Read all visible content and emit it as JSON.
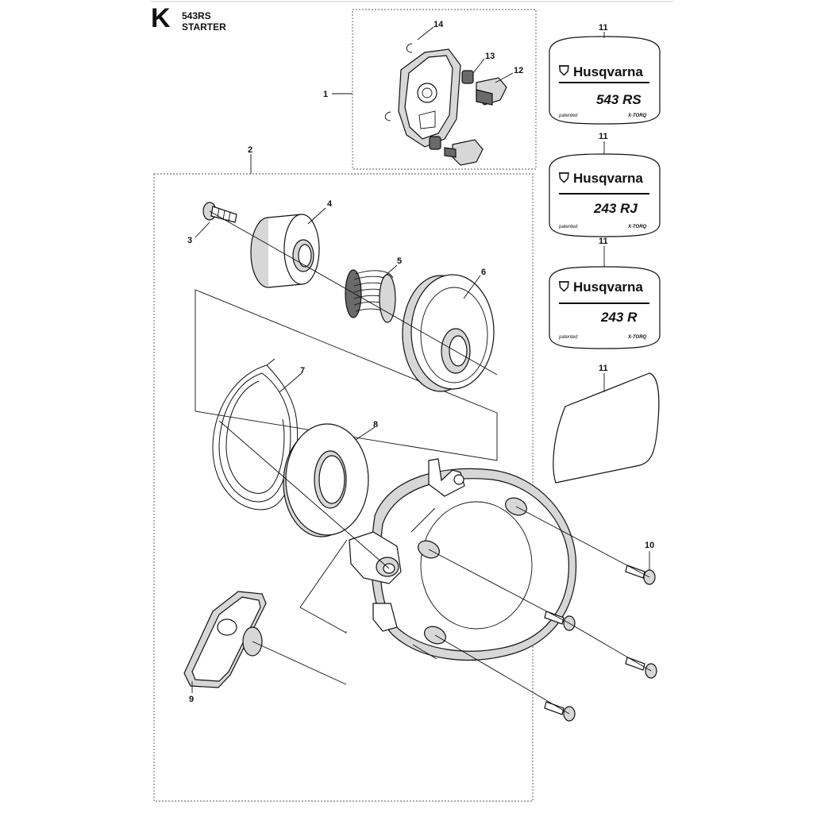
{
  "header": {
    "section_letter": "K",
    "model": "543RS",
    "title": "STARTER"
  },
  "part_numbers": [
    "1",
    "2",
    "3",
    "4",
    "5",
    "6",
    "7",
    "8",
    "9",
    "10",
    "11",
    "11",
    "11",
    "11",
    "12",
    "13",
    "14"
  ],
  "decals": [
    {
      "brand": "Husqvarna",
      "model": "543 RS",
      "patented": "patented",
      "xtorq": "X-TORQ"
    },
    {
      "brand": "Husqvarna",
      "model": "243 RJ",
      "patented": "patented",
      "xtorq": "X-TORQ"
    },
    {
      "brand": "Husqvarna",
      "model": "243 R",
      "patented": "patented",
      "xtorq": "X-TORQ"
    }
  ]
}
